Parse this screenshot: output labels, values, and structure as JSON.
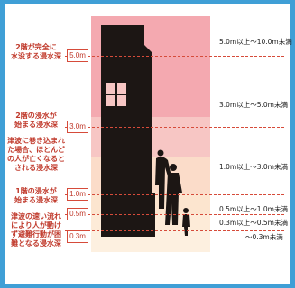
{
  "depth_bands": [
    {
      "range": "5.0m以上～10.0m未満",
      "color": "#f4a9b0"
    },
    {
      "range": "3.0m以上～5.0m未満",
      "color": "#f7c6c4"
    },
    {
      "range": "1.0m以上～3.0m未満",
      "color": "#fbdcc9"
    },
    {
      "range": "0.5m以上～1.0m未満",
      "color": "#fce5cf"
    },
    {
      "range": "0.3m以上～0.5m未満",
      "color": "#fdebd8"
    },
    {
      "range": "～0.3m未満",
      "color": "#fdf0e0"
    }
  ],
  "depth_markers": [
    "5.0m",
    "3.0m",
    "1.0m",
    "0.5m",
    "0.3m"
  ],
  "annotations": [
    {
      "lines": [
        "2階が完全に",
        "水没する浸水深"
      ]
    },
    {
      "lines": [
        "2階の浸水が",
        "始まる浸水深"
      ]
    },
    {
      "lines": [
        "津波に巻き込まれ",
        "た場合、ほとんど",
        "の人が亡くなると",
        "される浸水深"
      ]
    },
    {
      "lines": [
        "1階の浸水が",
        "始まる浸水深"
      ]
    },
    {
      "lines": [
        "津波の速い流れ",
        "により人が動け",
        "ず避難行動が困",
        "難となる浸水深"
      ]
    }
  ],
  "colors": {
    "frame": "#3f9fd6",
    "marker_line": "#d64b3a",
    "annotation_text": "#c0392b",
    "silhouette": "#1c1614"
  }
}
